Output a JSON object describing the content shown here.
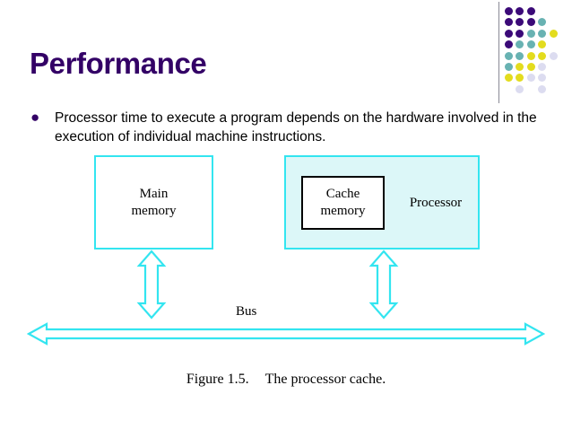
{
  "slide": {
    "title": "Performance",
    "bullet": {
      "marker": "●",
      "text": "Processor time to execute a program depends on the hardware involved in the execution of individual machine instructions."
    },
    "diagram": {
      "main_memory_label": "Main\nmemory",
      "main_memory_line1": "Main",
      "main_memory_line2": "memory",
      "cache_memory_line1": "Cache",
      "cache_memory_line2": "memory",
      "processor_label": "Processor",
      "bus_label": "Bus"
    },
    "caption": {
      "number": "Figure 1.5.",
      "text": "The processor cache."
    },
    "colors": {
      "title_purple": "#330066",
      "cyan_outline": "#33e5f0",
      "processor_fill": "#dcf7f8",
      "box_fill": "#ffffff",
      "cache_border": "#000000",
      "rule_gray": "#8a8a96",
      "dot_purple": "#3b0a78",
      "dot_teal": "#68b2b2",
      "dot_yellow": "#e3dc1e",
      "dot_lavender": "#dcdcf0"
    },
    "decor_dots": [
      {
        "col": 0,
        "row": 0,
        "color": "#3b0a78"
      },
      {
        "col": 1,
        "row": 0,
        "color": "#3b0a78"
      },
      {
        "col": 2,
        "row": 0,
        "color": "#3b0a78"
      },
      {
        "col": 0,
        "row": 1,
        "color": "#3b0a78"
      },
      {
        "col": 1,
        "row": 1,
        "color": "#3b0a78"
      },
      {
        "col": 2,
        "row": 1,
        "color": "#3b0a78"
      },
      {
        "col": 3,
        "row": 1,
        "color": "#68b2b2"
      },
      {
        "col": 0,
        "row": 2,
        "color": "#3b0a78"
      },
      {
        "col": 1,
        "row": 2,
        "color": "#3b0a78"
      },
      {
        "col": 2,
        "row": 2,
        "color": "#68b2b2"
      },
      {
        "col": 3,
        "row": 2,
        "color": "#68b2b2"
      },
      {
        "col": 4,
        "row": 2,
        "color": "#e3dc1e"
      },
      {
        "col": 0,
        "row": 3,
        "color": "#3b0a78"
      },
      {
        "col": 1,
        "row": 3,
        "color": "#68b2b2"
      },
      {
        "col": 2,
        "row": 3,
        "color": "#68b2b2"
      },
      {
        "col": 3,
        "row": 3,
        "color": "#e3dc1e"
      },
      {
        "col": 0,
        "row": 4,
        "color": "#68b2b2"
      },
      {
        "col": 1,
        "row": 4,
        "color": "#68b2b2"
      },
      {
        "col": 2,
        "row": 4,
        "color": "#e3dc1e"
      },
      {
        "col": 3,
        "row": 4,
        "color": "#e3dc1e"
      },
      {
        "col": 4,
        "row": 4,
        "color": "#dcdcf0"
      },
      {
        "col": 0,
        "row": 5,
        "color": "#68b2b2"
      },
      {
        "col": 1,
        "row": 5,
        "color": "#e3dc1e"
      },
      {
        "col": 2,
        "row": 5,
        "color": "#e3dc1e"
      },
      {
        "col": 3,
        "row": 5,
        "color": "#dcdcf0"
      },
      {
        "col": 0,
        "row": 6,
        "color": "#e3dc1e"
      },
      {
        "col": 1,
        "row": 6,
        "color": "#e3dc1e"
      },
      {
        "col": 2,
        "row": 6,
        "color": "#dcdcf0"
      },
      {
        "col": 3,
        "row": 6,
        "color": "#dcdcf0"
      },
      {
        "col": 1,
        "row": 7,
        "color": "#dcdcf0"
      },
      {
        "col": 3,
        "row": 7,
        "color": "#dcdcf0"
      }
    ]
  }
}
